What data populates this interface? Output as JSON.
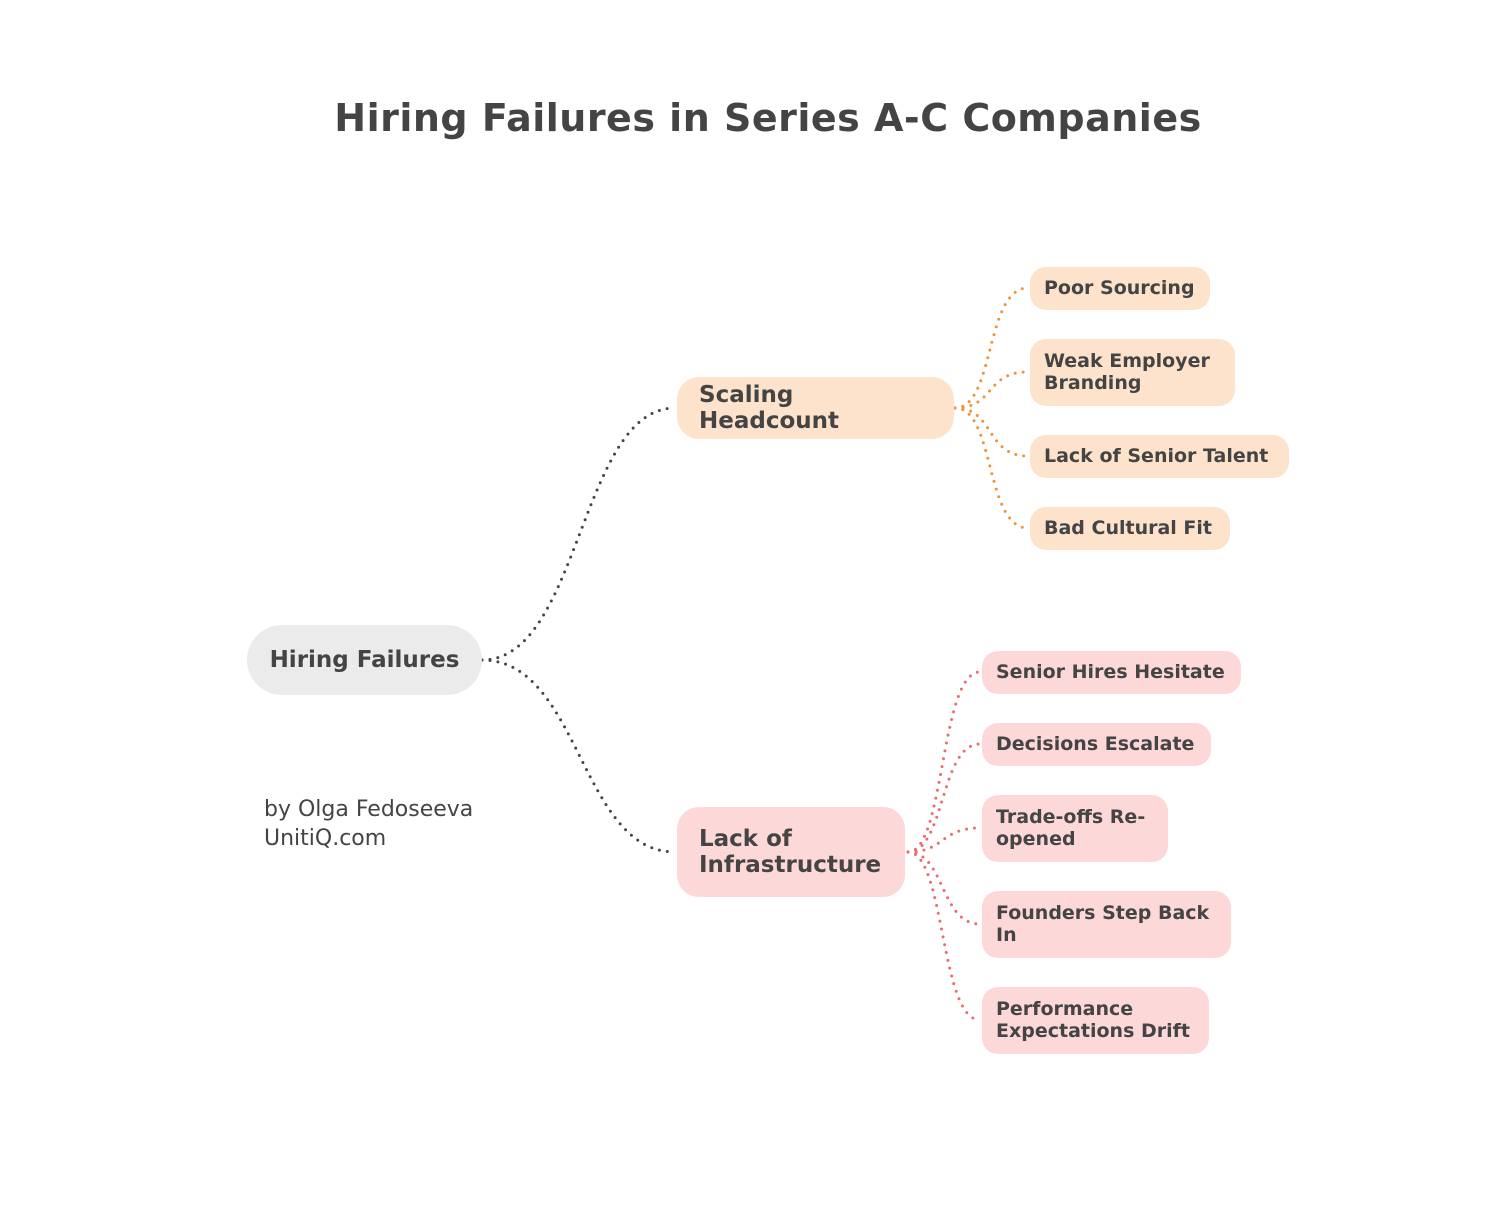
{
  "title": "Hiring Failures in Series A-C Companies",
  "colors": {
    "root_fill": "#ebebeb",
    "orange_fill": "#fde3cc",
    "orange_line": "#f0923a",
    "red_fill": "#fdd8d8",
    "red_line": "#ee6b6b",
    "root_line": "#444444",
    "text": "#444444"
  },
  "root": {
    "label": "Hiring Failures"
  },
  "branches": [
    {
      "label": "Scaling Headcount",
      "color": "orange",
      "children": [
        "Poor Sourcing",
        "Weak Employer Branding",
        "Lack of Senior Talent",
        "Bad Cultural Fit"
      ]
    },
    {
      "label": "Lack of Infrastructure",
      "color": "red",
      "children": [
        "Senior Hires Hesitate",
        "Decisions Escalate",
        "Trade-offs Re-opened",
        "Founders Step Back In",
        "Performance Expectations Drift"
      ]
    }
  ],
  "credit": {
    "line1": "by Olga Fedoseeva",
    "line2": "UnitiQ.com"
  }
}
